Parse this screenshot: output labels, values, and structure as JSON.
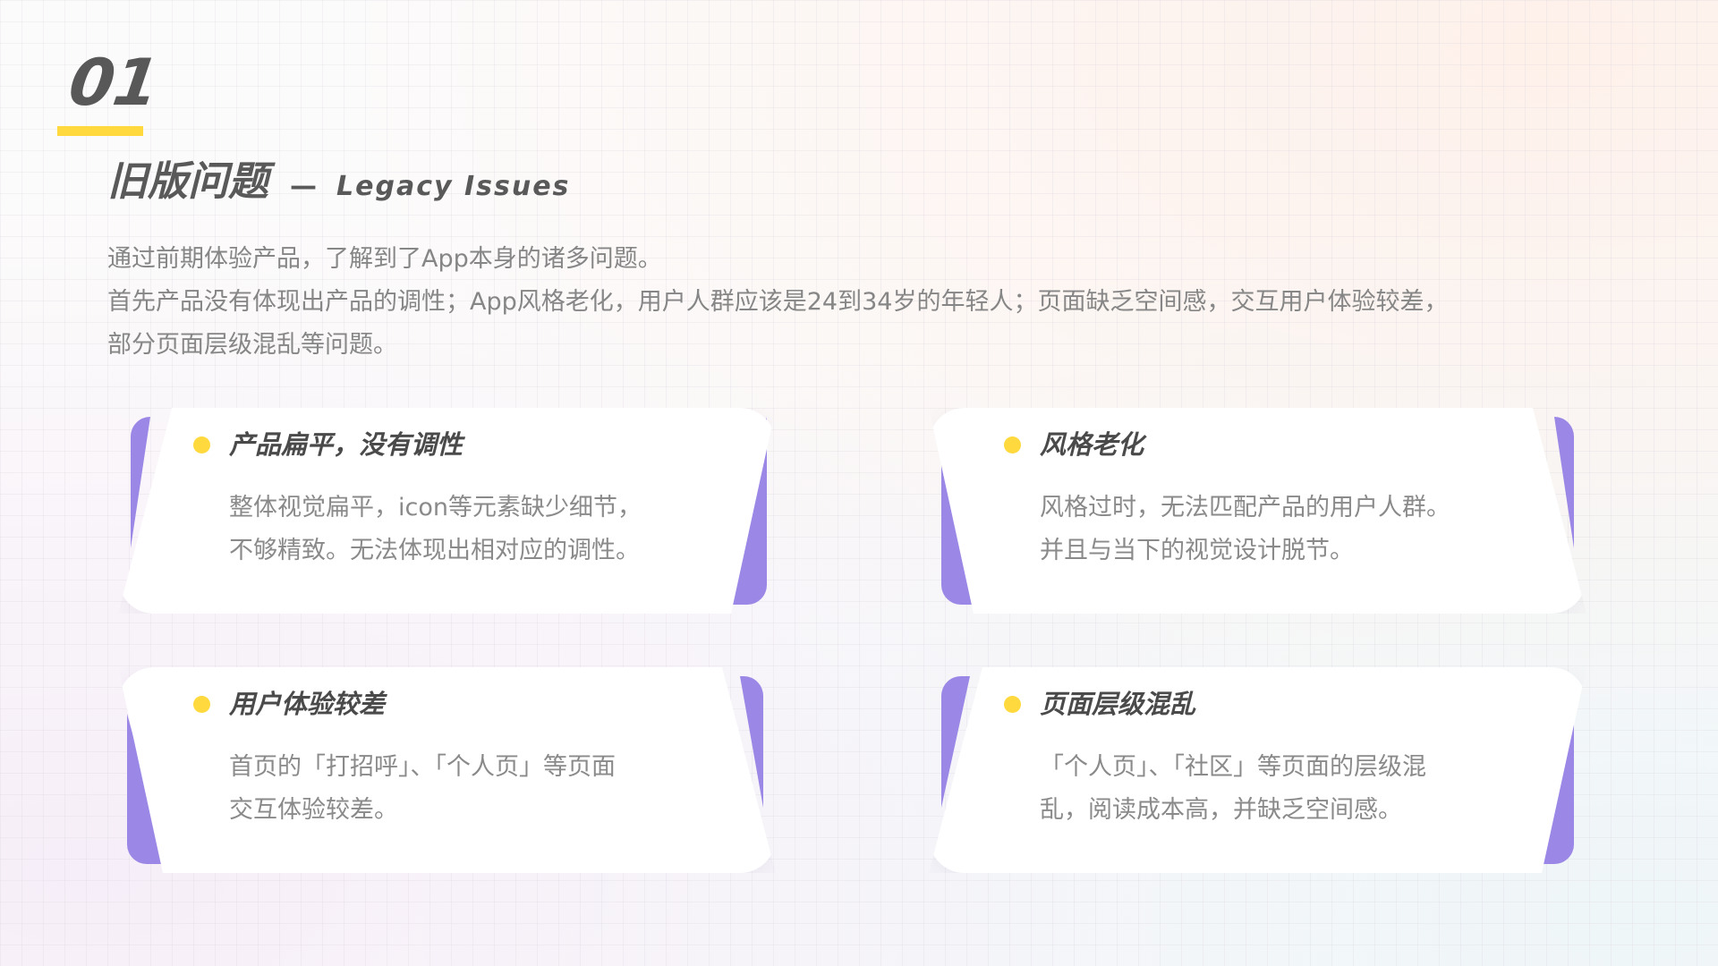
{
  "section": {
    "number": "01"
  },
  "title": {
    "zh": "旧版问题",
    "separator": "—",
    "en": "Legacy Issues"
  },
  "intro": {
    "lines": [
      "通过前期体验产品，了解到了App本身的诸多问题。",
      "首先产品没有体现出产品的调性；App风格老化，用户人群应该是24到34岁的年轻人；页面缺乏空间感，交互用户体验较差，",
      "部分页面层级混乱等问题。"
    ]
  },
  "cards": [
    {
      "title": "产品扁平，没有调性",
      "lines": [
        "整体视觉扁平，icon等元素缺少细节，",
        "不够精致。无法体现出相对应的调性。"
      ]
    },
    {
      "title": "风格老化",
      "lines": [
        "风格过时，无法匹配产品的用户人群。",
        "并且与当下的视觉设计脱节。"
      ]
    },
    {
      "title": "用户体验较差",
      "lines": [
        "首页的「打招呼」、「个人页」等页面",
        "交互体验较差。"
      ]
    },
    {
      "title": "页面层级混乱",
      "lines": [
        "「个人页」、「社区」等页面的层级混",
        "乱，阅读成本高，并缺乏空间感。"
      ]
    }
  ],
  "colors": {
    "accent_yellow": "#ffd93d",
    "accent_purple": "#9b87e6",
    "heading": "#595959",
    "body_text": "#868686"
  }
}
